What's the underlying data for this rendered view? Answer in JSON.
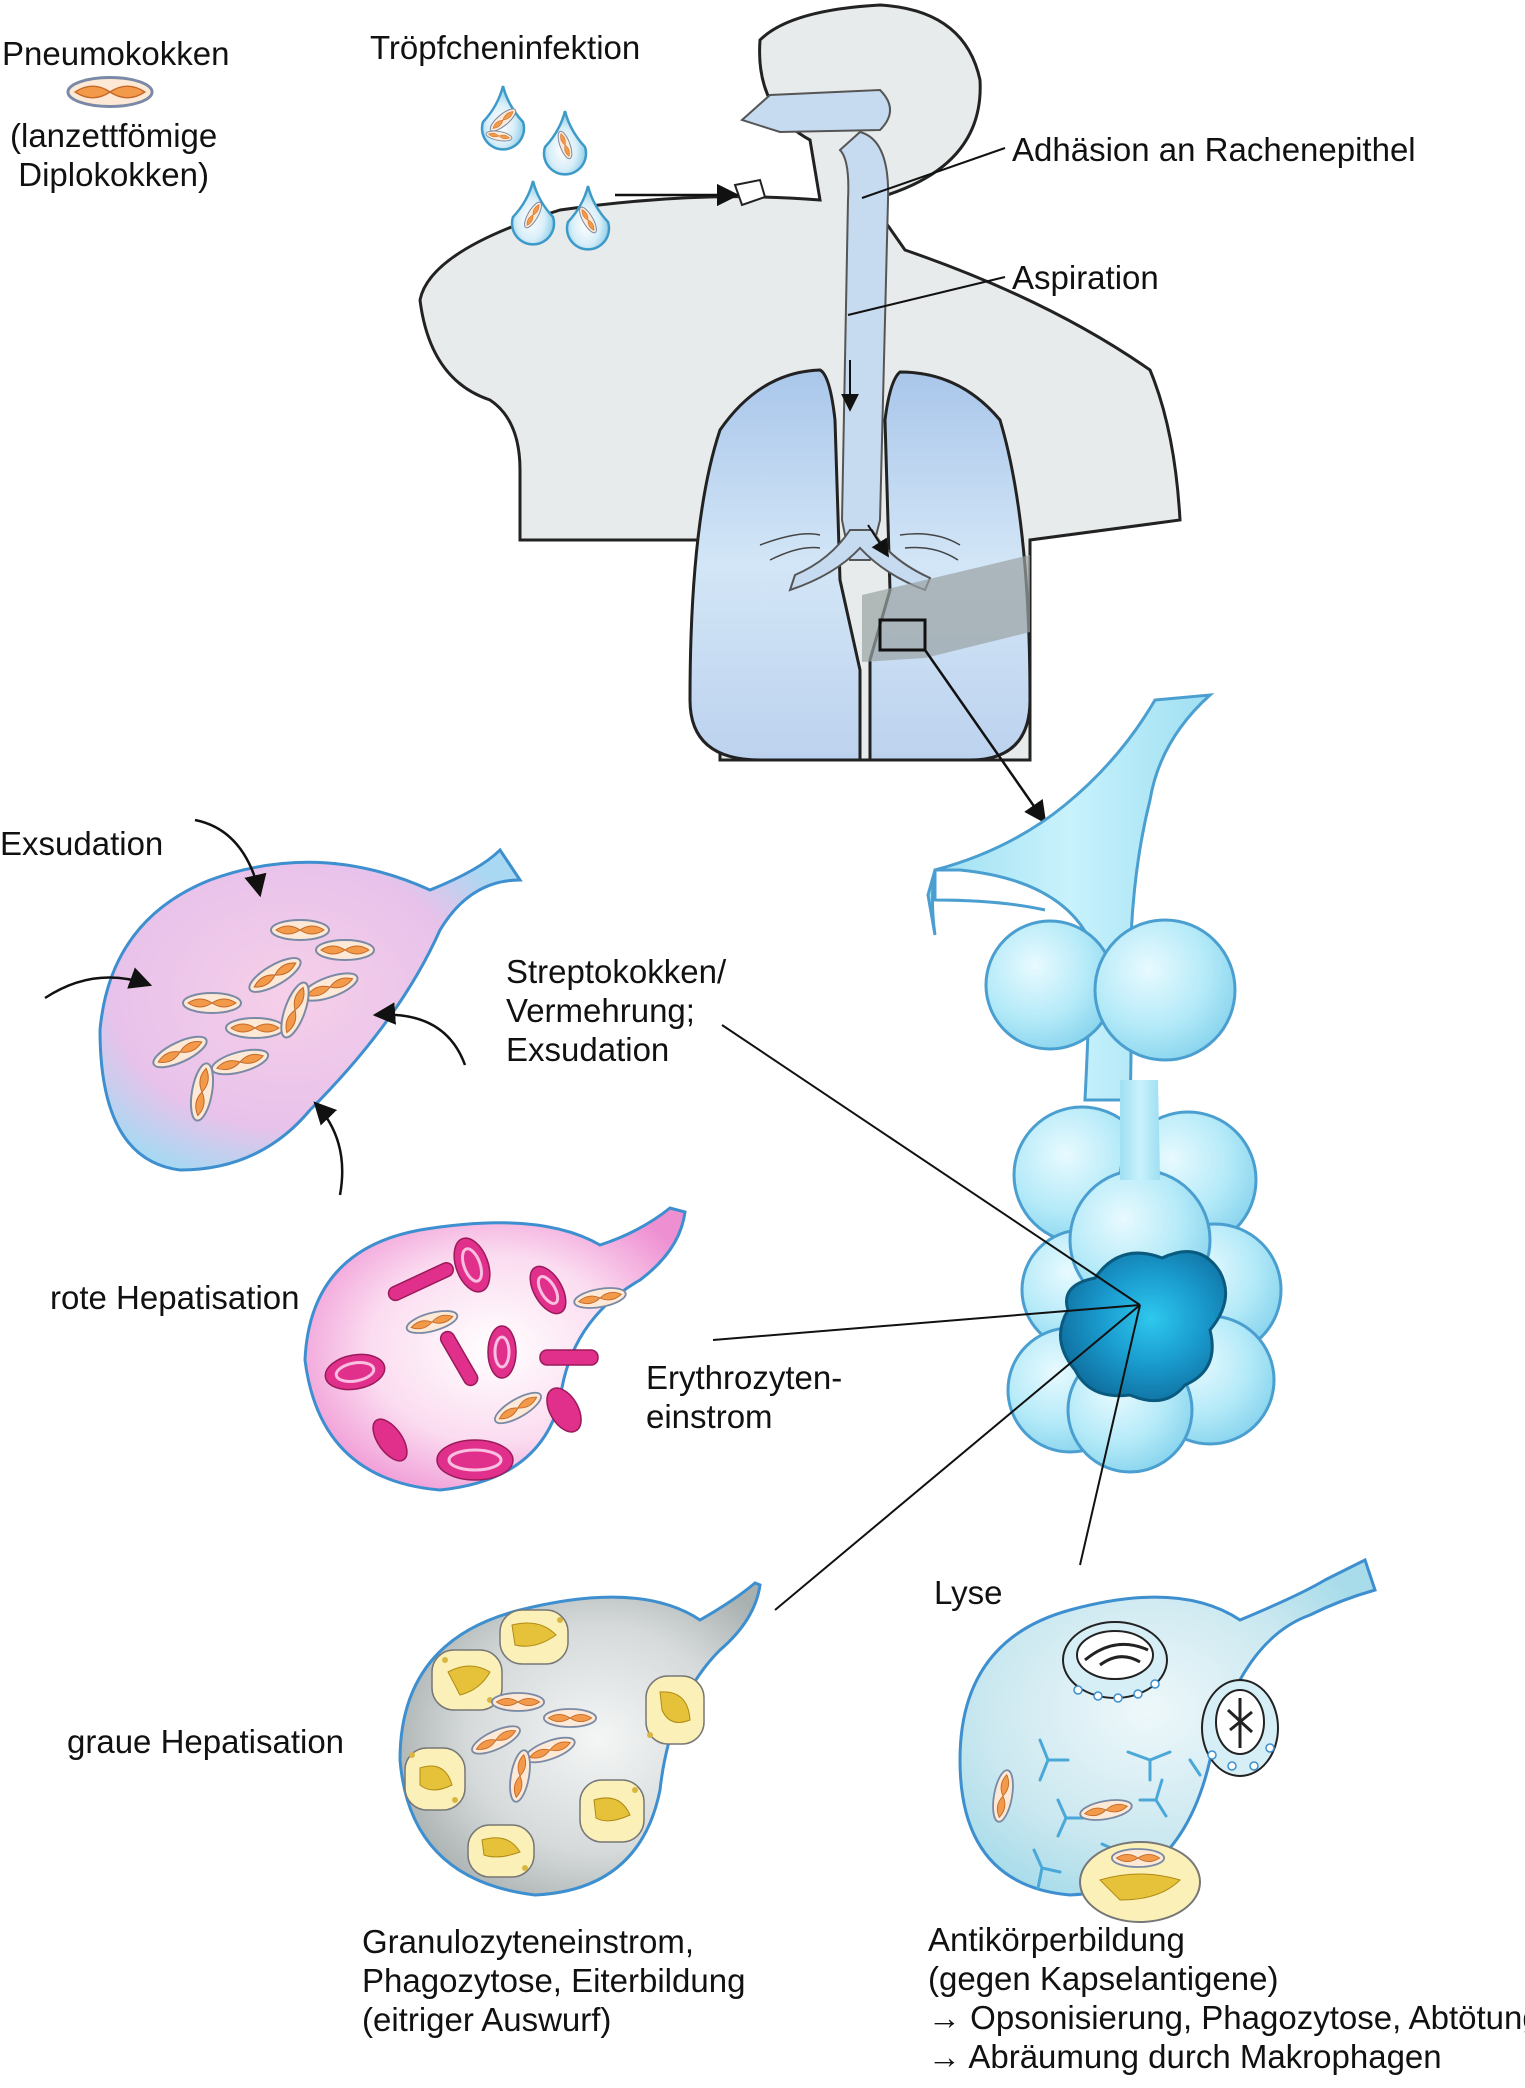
{
  "labels": {
    "pneumokokken": "Pneumokokken",
    "pneumokokken_sub": [
      "(lanzettfömige",
      "Diplokokken)"
    ],
    "troepfcheninfektion": "Tröpfcheninfektion",
    "adhaesion": "Adhäsion an Rachenepithel",
    "aspiration": "Aspiration",
    "exsudation": "Exsudation",
    "streptokokken": [
      "Streptokokken/",
      "Vermehrung;",
      "Exsudation"
    ],
    "rote_hepatisation": "rote Hepatisation",
    "erythrozyten": [
      "Erythrozyten-",
      "einstrom"
    ],
    "lyse": "Lyse",
    "graue_hepatisation": "graue Hepatisation",
    "granulozyten": [
      "Granulozyteneinstrom,",
      "Phagozytose, Eiterbildung",
      "(eitriger Auswurf)"
    ],
    "antikoerper": [
      "Antikörperbildung",
      "(gegen Kapselantigene)",
      "→ Opsonisierung, Phagozytose, Abtötung",
      "→ Abräumung durch Makrophagen"
    ]
  },
  "colors": {
    "body_fill": "#e8ebeb",
    "lung_fill": "#c6daf0",
    "alveoli_fill": "#b8ecf8",
    "alveoli_stroke": "#4a9fd0",
    "diseased_alveolus": "#1e8cbf",
    "bacteria_fill": "#f0a860",
    "exsudation_fill": "#f4c6e6",
    "red_hepatisation_fill": "#f2a6dc",
    "erythrocyte": "#e0308c",
    "grey_hepatisation_fill": "#c8cccc",
    "granulocyte": "#f4dc70",
    "lysis_fill": "#bfe4ee",
    "antibody": "#4aa8d8"
  }
}
